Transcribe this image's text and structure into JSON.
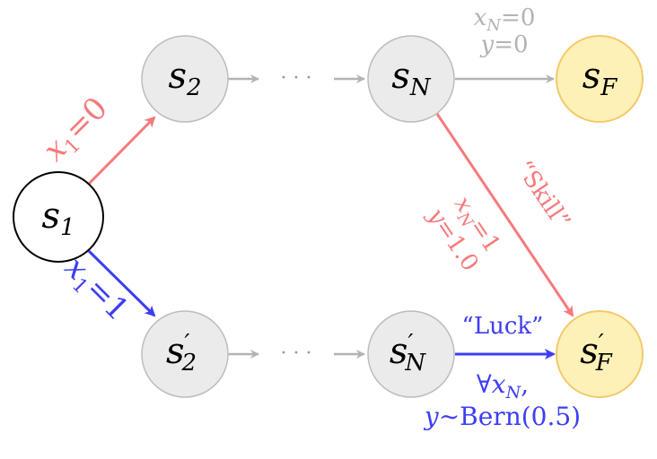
{
  "colors": {
    "red": "#f7797b",
    "blue": "#3d3df5",
    "gray": "#b3b3b3",
    "node_gray_fill": "#ebebeb",
    "node_gray_stroke": "#bdbdbd",
    "node_final_fill": "#fdf1b8",
    "node_final_stroke": "#f4c96a",
    "node_start_stroke": "#000000"
  },
  "nodes": {
    "s1": {
      "base": "s",
      "sub": "1",
      "prime": ""
    },
    "s2": {
      "base": "s",
      "sub": "2",
      "prime": ""
    },
    "sN": {
      "base": "s",
      "sub": "N",
      "prime": ""
    },
    "sF": {
      "base": "s",
      "sub": "F",
      "prime": ""
    },
    "s2p": {
      "base": "s",
      "sub": "2",
      "prime": "′"
    },
    "sNp": {
      "base": "s",
      "sub": "N",
      "prime": "′"
    },
    "sFp": {
      "base": "s",
      "sub": "F",
      "prime": "′"
    }
  },
  "ellipsis": "· · ·",
  "edges": {
    "s1_s2": {
      "var": "x",
      "sub": "1",
      "eq": "=0"
    },
    "s1_s2p": {
      "var": "x",
      "sub": "1",
      "eq": "=1"
    },
    "top_final": {
      "line1_var": "x",
      "line1_sub": "N",
      "line1_eq": "=0",
      "line2_var": "y",
      "line2_eq": "=0"
    },
    "skill": {
      "label": "“Skill”",
      "line1_var": "x",
      "line1_sub": "N",
      "line1_eq": "=1",
      "line2_var": "y",
      "line2_eq": "=1.0"
    },
    "luck": {
      "label": "“Luck”",
      "line1_prefix": "∀",
      "line1_var": "x",
      "line1_sub": "N",
      "line1_suffix": ",",
      "line2_var": "y",
      "line2_rest": "∼Bern(0.5)"
    }
  }
}
